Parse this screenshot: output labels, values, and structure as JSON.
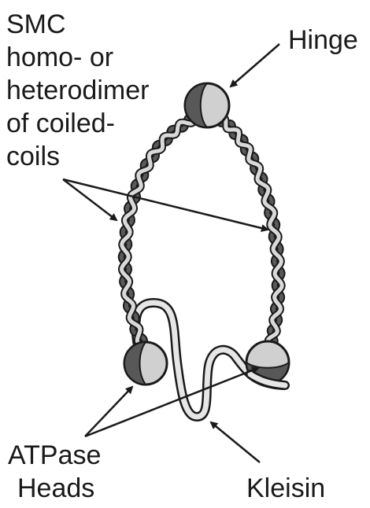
{
  "labels": {
    "smc": [
      "SMC",
      "homo- or",
      "heterodimer",
      "of coiled-",
      "coils"
    ],
    "hinge": "Hinge",
    "atpase": [
      "ATPase",
      "Heads"
    ],
    "kleisin": "Kleisin"
  },
  "colors": {
    "dark_subunit": "#555555",
    "light_subunit": "#cccccc",
    "outline": "#1a1a1a",
    "background": "#ffffff"
  }
}
